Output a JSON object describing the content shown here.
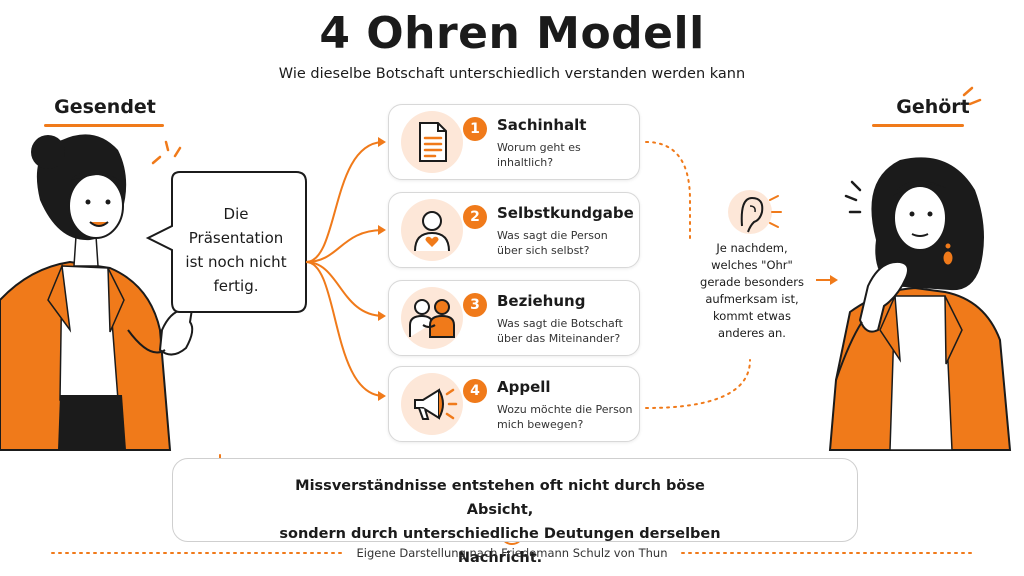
{
  "title": "4 Ohren Modell",
  "subtitle": "Wie dieselbe Botschaft unterschiedlich verstanden werden kann",
  "sender": {
    "label": "Gesendet",
    "speech_lines": [
      "Die",
      "Präsentation",
      "ist noch nicht",
      "fertig."
    ]
  },
  "receiver": {
    "label": "Gehört"
  },
  "cards": [
    {
      "number": "1",
      "title": "Sachinhalt",
      "desc": "Worum geht es inhaltlich?",
      "icon": "document-icon"
    },
    {
      "number": "2",
      "title": "Selbstkundgabe",
      "desc": "Was sagt die Person über sich selbst?",
      "icon": "person-heart-icon"
    },
    {
      "number": "3",
      "title": "Beziehung",
      "desc": "Was sagt die Botschaft über das Miteinander?",
      "icon": "two-people-icon"
    },
    {
      "number": "4",
      "title": "Appell",
      "desc": "Wozu möchte die Person mich bewegen?",
      "icon": "megaphone-icon"
    }
  ],
  "ear": {
    "icon": "ear-icon",
    "text": "Je nachdem, welches \"Ohr\" gerade besonders aufmerksam ist, kommt etwas anderes an."
  },
  "insight": {
    "icon": "lightbulb-icon",
    "line1": "Missverständnisse entstehen oft nicht durch böse Absicht,",
    "line2": "sondern durch unterschiedliche Deutungen derselben Nachricht.",
    "puzzle_icon": "puzzle-icon"
  },
  "footer": {
    "text": "Eigene Darstellung nach Friedemann Schulz von Thun",
    "icon": "heart-icon"
  },
  "colors": {
    "accent": "#f07a1a",
    "accent_light": "#fde7d8",
    "text": "#1b1b1b"
  }
}
